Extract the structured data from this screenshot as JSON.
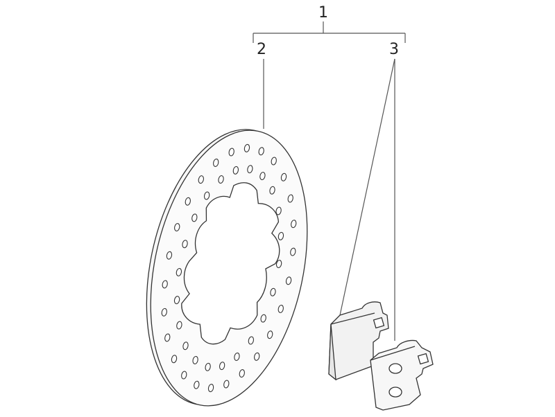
{
  "callouts": [
    {
      "id": "1",
      "label": "1"
    },
    {
      "id": "2",
      "label": "2"
    },
    {
      "id": "3",
      "label": "3"
    }
  ],
  "colors": {
    "line": "#333333",
    "fill": "#f5f5f5",
    "background": "#ffffff"
  }
}
